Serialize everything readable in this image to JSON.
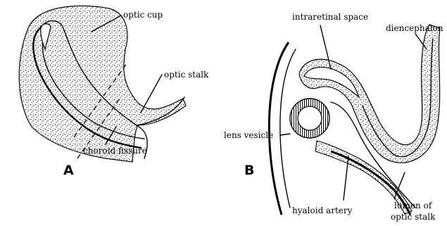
{
  "panels": [
    {
      "letter": "A",
      "labels": {
        "optic_cup": "optic cup",
        "optic_stalk": "optic stalk",
        "choroid_fissure": "choroid fissure"
      }
    },
    {
      "letter": "B",
      "labels": {
        "intraretinal_space": "intraretinal space",
        "diencephalon": "diencephalon",
        "lens_vesicle": "lens vesicle",
        "hyaloid_artery": "hyaloid artery",
        "lumen_line1": "lumen of",
        "lumen_line2": "optic stalk"
      }
    }
  ],
  "colors": {
    "ink": "#000000",
    "background": "#ffffff"
  }
}
